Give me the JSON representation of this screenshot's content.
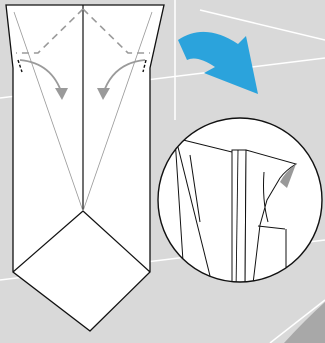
{
  "diagram": {
    "background_color": "#d9d9d9",
    "grid_line_color": "#ffffff",
    "paper_color": "#ffffff",
    "line_color": "#111111",
    "crease_color": "#999999",
    "dashed_fold_color": "#9a9a9a",
    "instruction_arrow_color": "#9a9a9a",
    "transition_arrow_color": "#2ba3dc",
    "lower_right_shape_color": "#a8a8a8",
    "step_fold": {
      "fold_type": "valley-fold",
      "sides": [
        "left",
        "right"
      ],
      "direction": "inward"
    },
    "detail_view": {
      "shape": "circle",
      "depicts": "result-after-fold"
    }
  }
}
